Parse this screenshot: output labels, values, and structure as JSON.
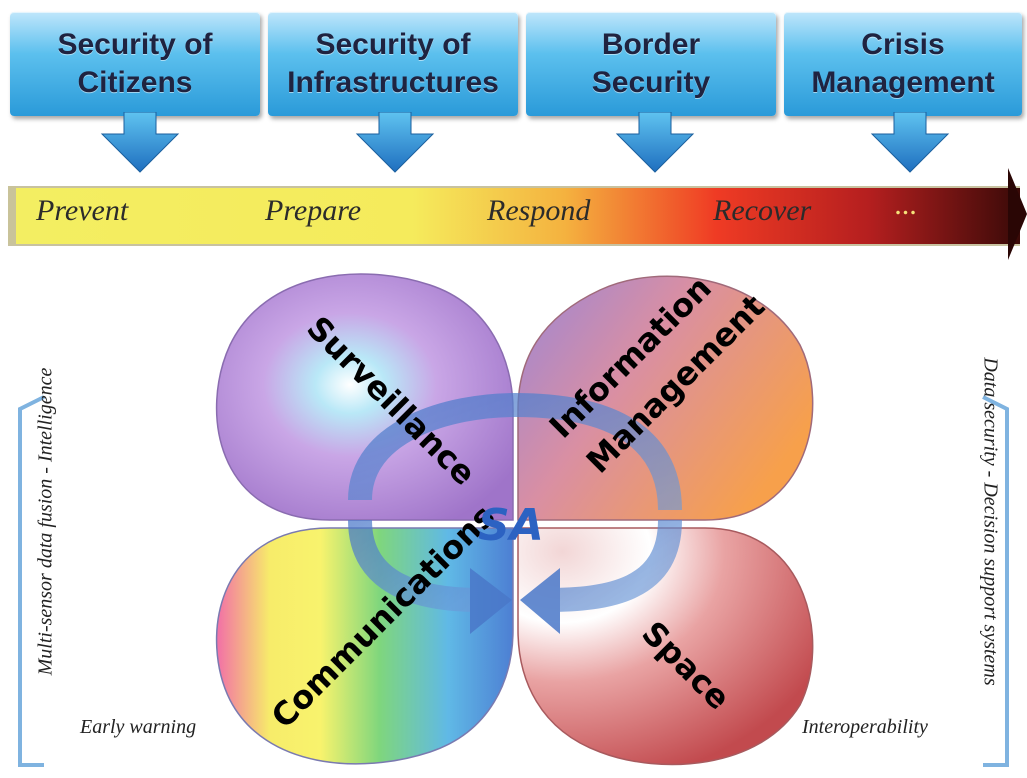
{
  "header": {
    "boxes": [
      {
        "label": "Security of\nCitizens"
      },
      {
        "label": "Security of\nInfrastructures"
      },
      {
        "label": "Border\nSecurity"
      },
      {
        "label": "Crisis\nManagement"
      }
    ]
  },
  "phases": {
    "items": [
      "Prevent",
      "Prepare",
      "Respond",
      "Recover",
      "..."
    ]
  },
  "side": {
    "left": "Multi-sensor data fusion   - Intelligence",
    "right": "Data security  - Decision support systems"
  },
  "corners": {
    "bottom_left": "Early warning",
    "bottom_right": "Interoperability"
  },
  "petals": {
    "top_left": "Surveillance",
    "top_right_line1": "Information",
    "top_right_line2": "Management",
    "bottom_left": "Communications",
    "bottom_right": "Space",
    "center": "SA"
  },
  "colors": {
    "header_blue": "#2a9ad9",
    "arrow_blue": "#2a86cf",
    "bar_start": "#f3ee62",
    "bar_end": "#3a0a08"
  }
}
